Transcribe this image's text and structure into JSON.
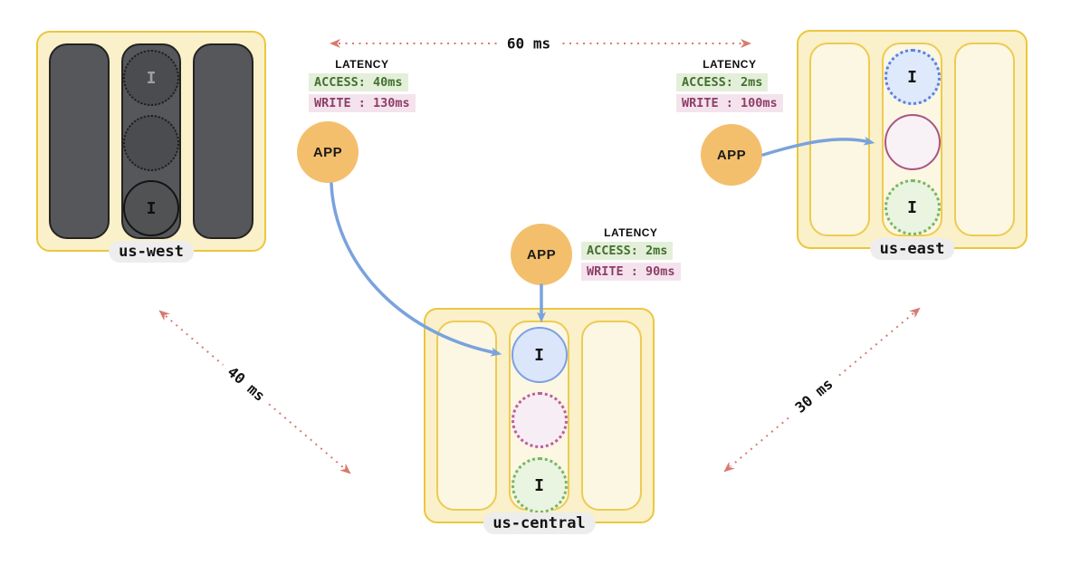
{
  "regions": [
    {
      "label": "us-west",
      "instances": [
        {
          "label": "I",
          "border": "dotted",
          "color": "dark"
        },
        {
          "label": "",
          "border": "dotted",
          "color": "dark"
        },
        {
          "label": "I",
          "border": "solid",
          "color": "dark"
        }
      ]
    },
    {
      "label": "us-central",
      "instances": [
        {
          "label": "I",
          "border": "solid",
          "color": "blue"
        },
        {
          "label": "",
          "border": "dotted",
          "color": "purple"
        },
        {
          "label": "I",
          "border": "dotted",
          "color": "green"
        }
      ]
    },
    {
      "label": "us-east",
      "instances": [
        {
          "label": "I",
          "border": "dotted",
          "color": "blue"
        },
        {
          "label": "",
          "border": "solid",
          "color": "purple"
        },
        {
          "label": "I",
          "border": "dotted",
          "color": "green"
        }
      ]
    }
  ],
  "apps": [
    {
      "label": "APP",
      "near": "us-west"
    },
    {
      "label": "APP",
      "near": "us-central"
    },
    {
      "label": "APP",
      "near": "us-east"
    }
  ],
  "latency_panels": [
    {
      "title": "LATENCY",
      "access": "ACCESS: 40ms",
      "write": "WRITE : 130ms"
    },
    {
      "title": "LATENCY",
      "access": "ACCESS: 2ms",
      "write": "WRITE : 90ms"
    },
    {
      "title": "LATENCY",
      "access": "ACCESS: 2ms",
      "write": "WRITE : 100ms"
    }
  ],
  "links": [
    {
      "label": "60 ms",
      "from": "us-west",
      "to": "us-east"
    },
    {
      "label": "40 ms",
      "from": "us-west",
      "to": "us-central"
    },
    {
      "label": "30 ms",
      "from": "us-central",
      "to": "us-east"
    }
  ],
  "colors": {
    "region_fill": "#faf0c9",
    "region_border": "#eac73f",
    "zone_fill": "#fcf7e2",
    "zone_border": "#edcb52",
    "dark_zone_fill": "#56575a",
    "app_fill": "#f4bf6c",
    "access_text": "#41702f",
    "access_bg": "#e4efd9",
    "write_text": "#8e3e68",
    "write_bg": "#f4e3ed",
    "latency_link": "#d87a70",
    "request_arrow": "#7aa2dd",
    "label_pill_bg": "#ededed",
    "instance_blue": "#7aa0e4",
    "instance_purple": "#a85585",
    "instance_green": "#7cb55c"
  }
}
